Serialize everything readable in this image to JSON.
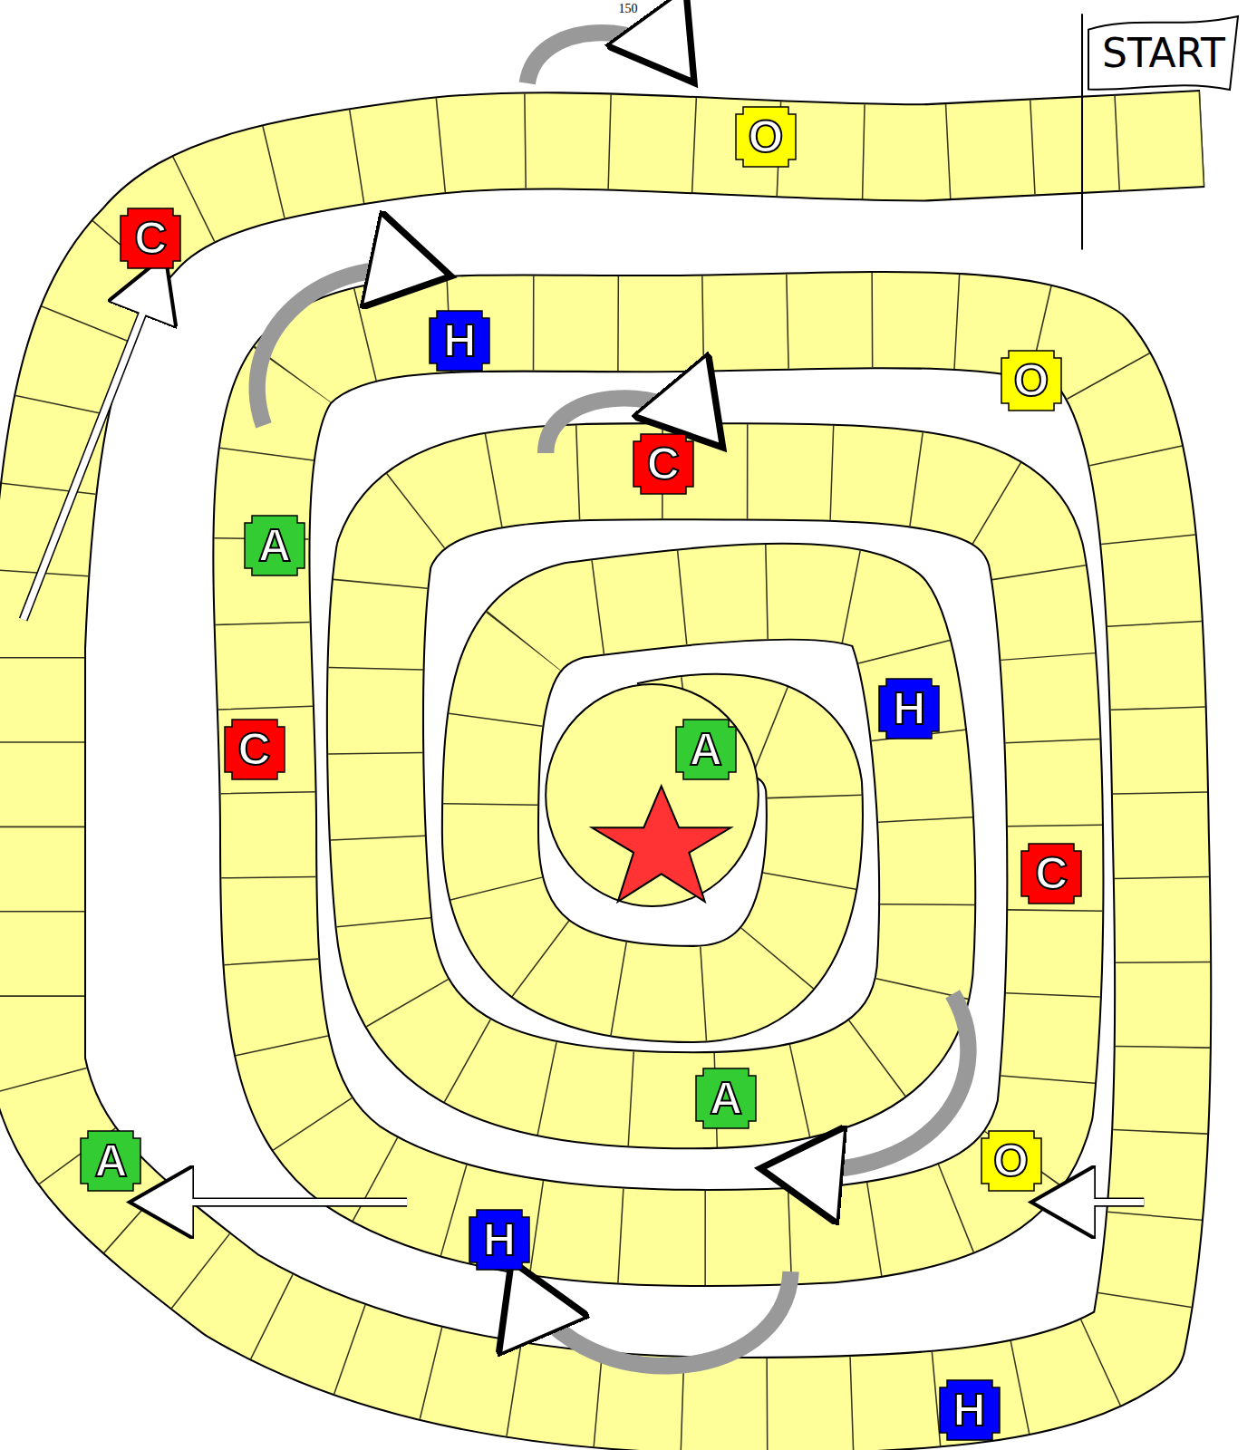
{
  "diagram": {
    "nodes": [
      {
        "text": [
          "START"
        ]
      },
      {
        "text": [
          "O"
        ]
      },
      {
        "text": [
          "C"
        ]
      },
      {
        "text": [
          "H"
        ]
      },
      {
        "text": [
          "O"
        ]
      },
      {
        "text": [
          "C"
        ]
      },
      {
        "text": [
          "A"
        ]
      },
      {
        "text": [
          "H"
        ]
      },
      {
        "text": [
          "A"
        ]
      },
      {
        "text": [
          "C"
        ]
      },
      {
        "text": [
          "C"
        ]
      },
      {
        "text": [
          "A"
        ]
      },
      {
        "text": [
          "O"
        ]
      },
      {
        "text": [
          "A"
        ]
      },
      {
        "text": [
          "H"
        ]
      },
      {
        "text": [
          "H"
        ]
      }
    ],
    "labels": [
      "150"
    ]
  }
}
